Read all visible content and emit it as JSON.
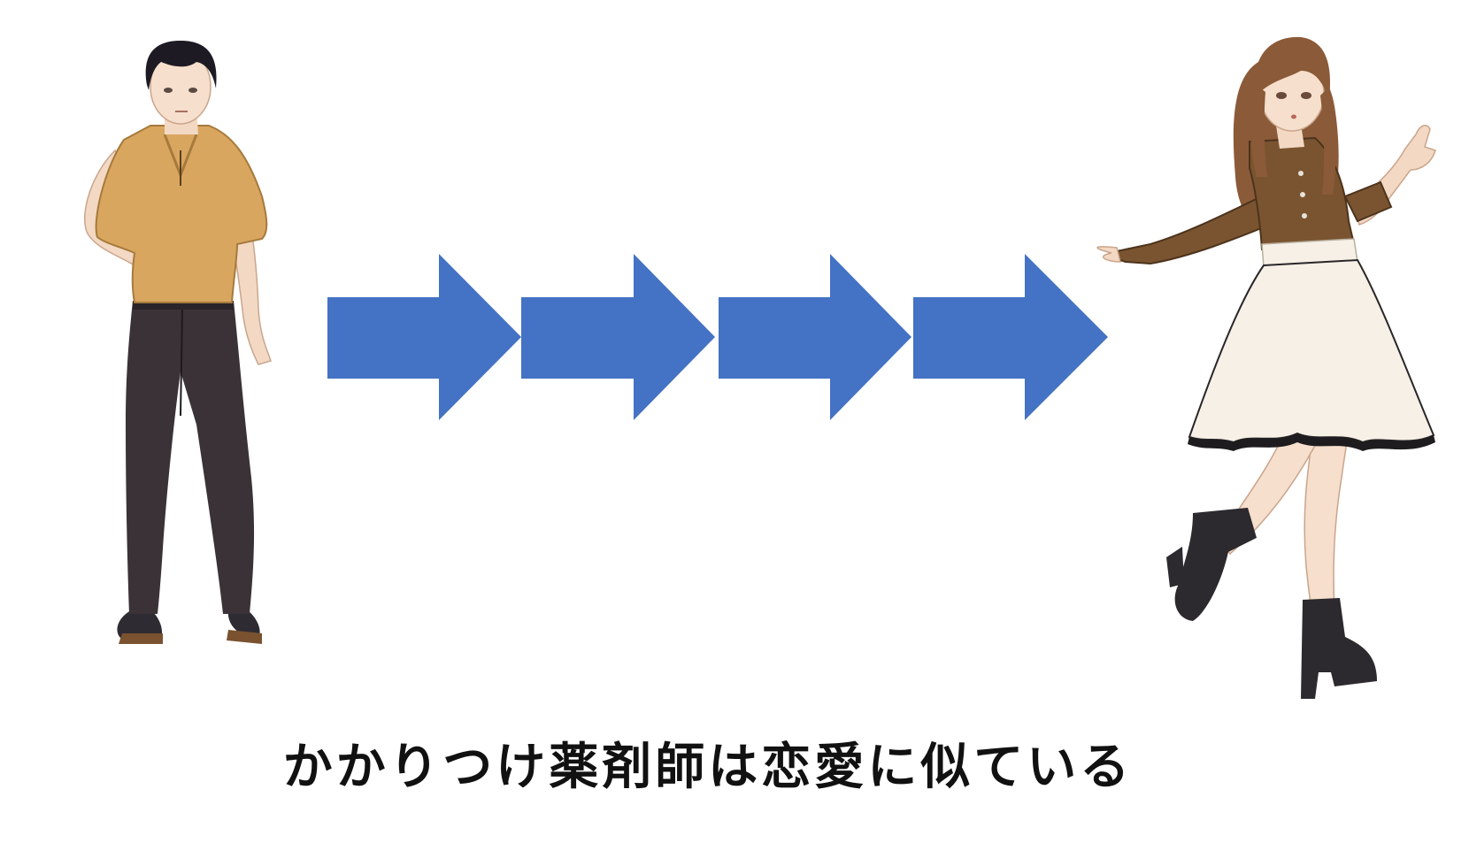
{
  "caption": "かかりつけ薬剤師は恋愛に似ている",
  "colors": {
    "arrow": "#4472c4",
    "man_shirt": "#d9a660",
    "man_pants": "#3a3236",
    "man_hair": "#1d1a24",
    "woman_blouse": "#7a5430",
    "woman_skirt": "#f6f0e6",
    "woman_hair": "#8b5a38",
    "boots": "#2c2a2e",
    "skin": "#f6dfcc"
  },
  "figures": {
    "left": "man-illustration",
    "right": "woman-illustration"
  },
  "arrows": [
    "arrow-1",
    "arrow-2",
    "arrow-3",
    "arrow-4"
  ]
}
